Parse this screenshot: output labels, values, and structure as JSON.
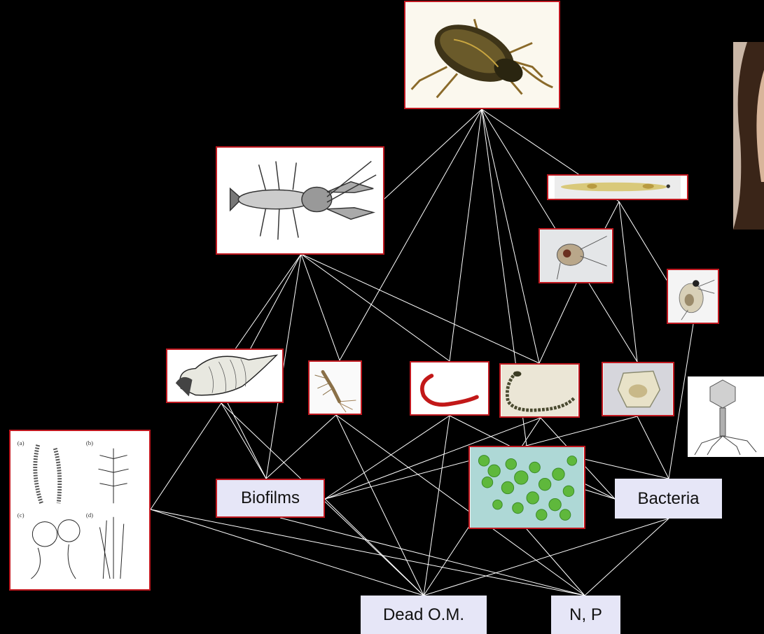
{
  "colors": {
    "background": "#000000",
    "link": "#ffffff",
    "node_border": "#c0181f",
    "label_fill": "#e6e6f7"
  },
  "labels": {
    "biofilms": "Biofilms",
    "bacteria": "Bacteria",
    "dead_om": "Dead O.M.",
    "np": "N, P"
  },
  "nodes": [
    {
      "id": "diving-beetle",
      "icon": "beetle-icon"
    },
    {
      "id": "crayfish",
      "icon": "crayfish-icon"
    },
    {
      "id": "phantom-midge-larva",
      "icon": "larva-icon"
    },
    {
      "id": "copepod",
      "icon": "copepod-icon"
    },
    {
      "id": "daphnia",
      "icon": "daphnia-icon"
    },
    {
      "id": "pond-snail",
      "icon": "snail-icon"
    },
    {
      "id": "mayfly-nymph",
      "icon": "nymph-icon"
    },
    {
      "id": "bloodworm",
      "icon": "worm-icon"
    },
    {
      "id": "oligochaete",
      "icon": "oligochaete-icon"
    },
    {
      "id": "rotifer",
      "icon": "rotifer-icon"
    },
    {
      "id": "bacteriophage",
      "icon": "phage-icon"
    },
    {
      "id": "aquatic-plants",
      "icon": "plants-icon"
    },
    {
      "id": "green-algae",
      "icon": "algae-icon"
    },
    {
      "id": "portrait",
      "icon": "portrait-icon"
    }
  ]
}
